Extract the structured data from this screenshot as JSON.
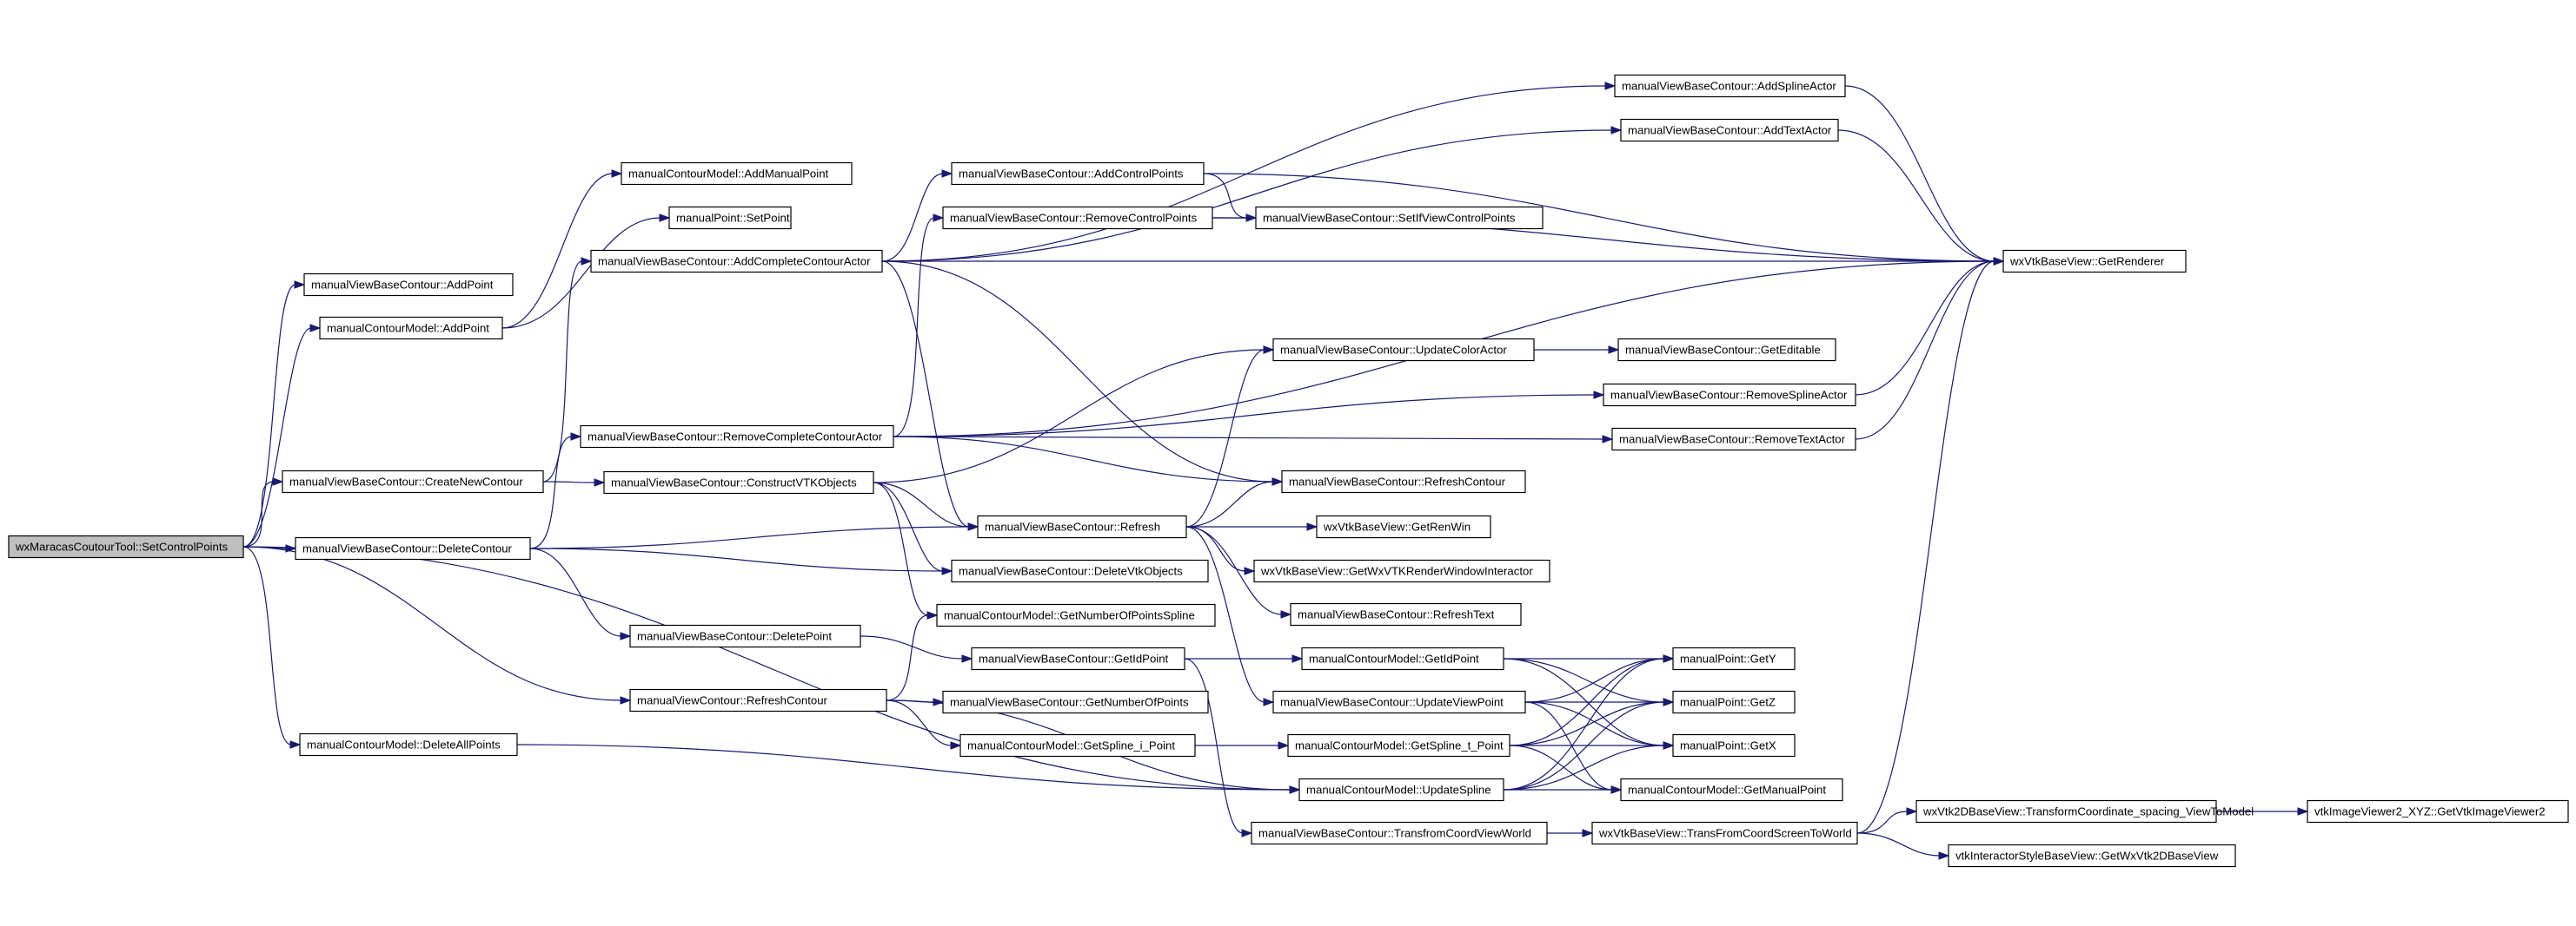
{
  "colors": {
    "edge": "#191970",
    "root_fill": "#bfbfbf",
    "node_fill": "#ffffff",
    "node_stroke": "#000000"
  },
  "nodes": {
    "root": "wxMaracasCoutourTool::SetControlPoints",
    "vbc_addpoint": "manualViewBaseContour::AddPoint",
    "cm_addpoint": "manualContourModel::AddPoint",
    "vbc_createnew": "manualViewBaseContour::CreateNewContour",
    "vbc_deletecontour": "manualViewBaseContour::DeleteContour",
    "vc_refreshcontour": "manualViewContour::RefreshContour",
    "cm_deleteall": "manualContourModel::DeleteAllPoints",
    "cm_addmanual": "manualContourModel::AddManualPoint",
    "mp_setpoint": "manualPoint::SetPoint",
    "vbc_addcomplete": "manualViewBaseContour::AddCompleteContourActor",
    "vbc_removecomplete": "manualViewBaseContour::RemoveCompleteContourActor",
    "vbc_constructvtk": "manualViewBaseContour::ConstructVTKObjects",
    "vbc_deletepoint": "manualViewBaseContour::DeletePoint",
    "vbc_addcontrol": "manualViewBaseContour::AddControlPoints",
    "vbc_removecontrol": "manualViewBaseContour::RemoveControlPoints",
    "vbc_refresh": "manualViewBaseContour::Refresh",
    "vbc_deletevtk": "manualViewBaseContour::DeleteVtkObjects",
    "cm_numspline": "manualContourModel::GetNumberOfPointsSpline",
    "vbc_getidpoint": "manualViewBaseContour::GetIdPoint",
    "vbc_numpoints": "manualViewBaseContour::GetNumberOfPoints",
    "cm_splineipoint": "manualContourModel::GetSpline_i_Point",
    "vbc_addspline": "manualViewBaseContour::AddSplineActor",
    "vbc_addtext": "manualViewBaseContour::AddTextActor",
    "vbc_setifview": "manualViewBaseContour::SetIfViewControlPoints",
    "vbc_updatecolor": "manualViewBaseContour::UpdateColorActor",
    "vbc_refreshcontour": "manualViewBaseContour::RefreshContour",
    "vbc_getrenwin": "wxVtkBaseView::GetRenWin",
    "bv_interactor": "wxVtkBaseView::GetWxVTKRenderWindowInteractor",
    "vbc_refreshtext": "manualViewBaseContour::RefreshText",
    "cm_getidpoint": "manualContourModel::GetIdPoint",
    "vbc_updateview": "manualViewBaseContour::UpdateViewPoint",
    "cm_splinetpoint": "manualContourModel::GetSpline_t_Point",
    "cm_updatespline": "manualContourModel::UpdateSpline",
    "vbc_transcoord": "manualViewBaseContour::TransfromCoordViewWorld",
    "vbc_geteditable": "manualViewBaseContour::GetEditable",
    "vbc_removespline": "manualViewBaseContour::RemoveSplineActor",
    "vbc_removetext": "manualViewBaseContour::RemoveTextActor",
    "mp_gety": "manualPoint::GetY",
    "mp_getz": "manualPoint::GetZ",
    "mp_getx": "manualPoint::GetX",
    "cm_getmanual": "manualContourModel::GetManualPoint",
    "bv_transscreen": "wxVtkBaseView::TransFromCoordScreenToWorld",
    "bv_getrenderer": "wxVtkBaseView::GetRenderer",
    "v2d_transform": "wxVtk2DBaseView::TransformCoordinate_spacing_ViewToModel",
    "isb_getwx2d": "vtkInteractorStyleBaseView::GetWxVtk2DBaseView",
    "iv_getviewer": "vtkImageViewer2_XYZ::GetVtkImageViewer2"
  }
}
